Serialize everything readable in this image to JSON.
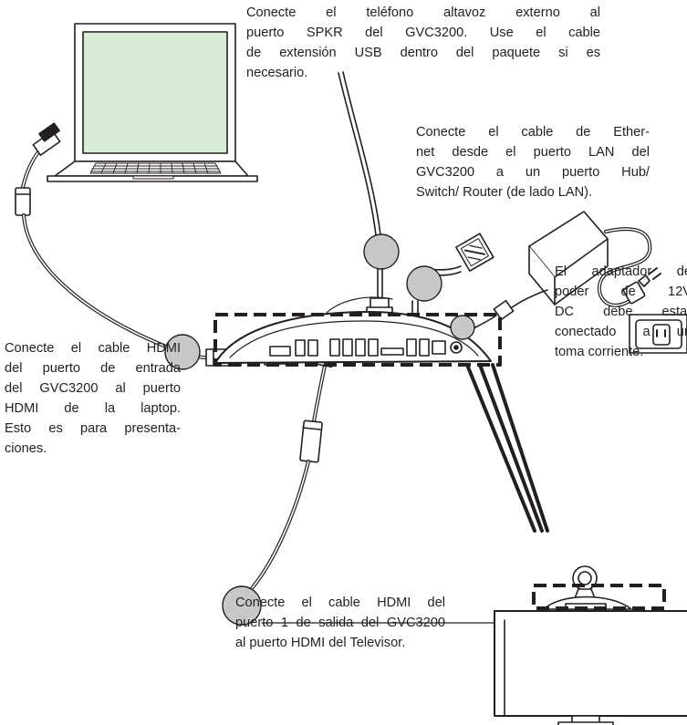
{
  "captions": {
    "speaker": [
      "Conecte el teléfono altavoz externo al",
      "puerto SPKR del GVC3200. Use el cable",
      "de extensión USB dentro del paquete si es",
      "necesario."
    ],
    "ethernet": [
      "Conecte el cable de Ether-",
      "net desde el puerto LAN del",
      "GVC3200 a un puerto Hub/",
      "Switch/ Router (de lado LAN)."
    ],
    "power": [
      "El adaptador de",
      "poder de 12V",
      "DC debe estar",
      "conectado a un",
      "toma corriente."
    ],
    "hdmi_in": [
      "Conecte el cable HDMI",
      "del puerto de entrada",
      "del GVC3200 al puerto",
      "HDMI de la laptop.",
      "Esto es para presenta-",
      "ciones."
    ],
    "hdmi_out": [
      "Conecte el cable HDMI del",
      "puerto 1 de salida del GVC3200",
      "al puerto HDMI del Televisor."
    ]
  },
  "colors": {
    "line": "#231f20",
    "callout_fill": "#c9c8c8",
    "laptop_screen": "#d9ecd6",
    "device_fill": "#ffffff"
  }
}
